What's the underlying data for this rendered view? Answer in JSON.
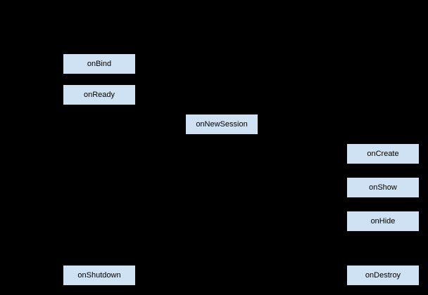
{
  "diagram": {
    "background_color": "#000000",
    "node_fill_color": "#cfe2f3",
    "node_border_color": "#000000",
    "node_text_color": "#000000",
    "nodes": [
      {
        "id": "onBind",
        "label": "onBind"
      },
      {
        "id": "onReady",
        "label": "onReady"
      },
      {
        "id": "onNewSession",
        "label": "onNewSession"
      },
      {
        "id": "onCreate",
        "label": "onCreate"
      },
      {
        "id": "onShow",
        "label": "onShow"
      },
      {
        "id": "onHide",
        "label": "onHide"
      },
      {
        "id": "onShutdown",
        "label": "onShutdown"
      },
      {
        "id": "onDestroy",
        "label": "onDestroy"
      }
    ]
  }
}
